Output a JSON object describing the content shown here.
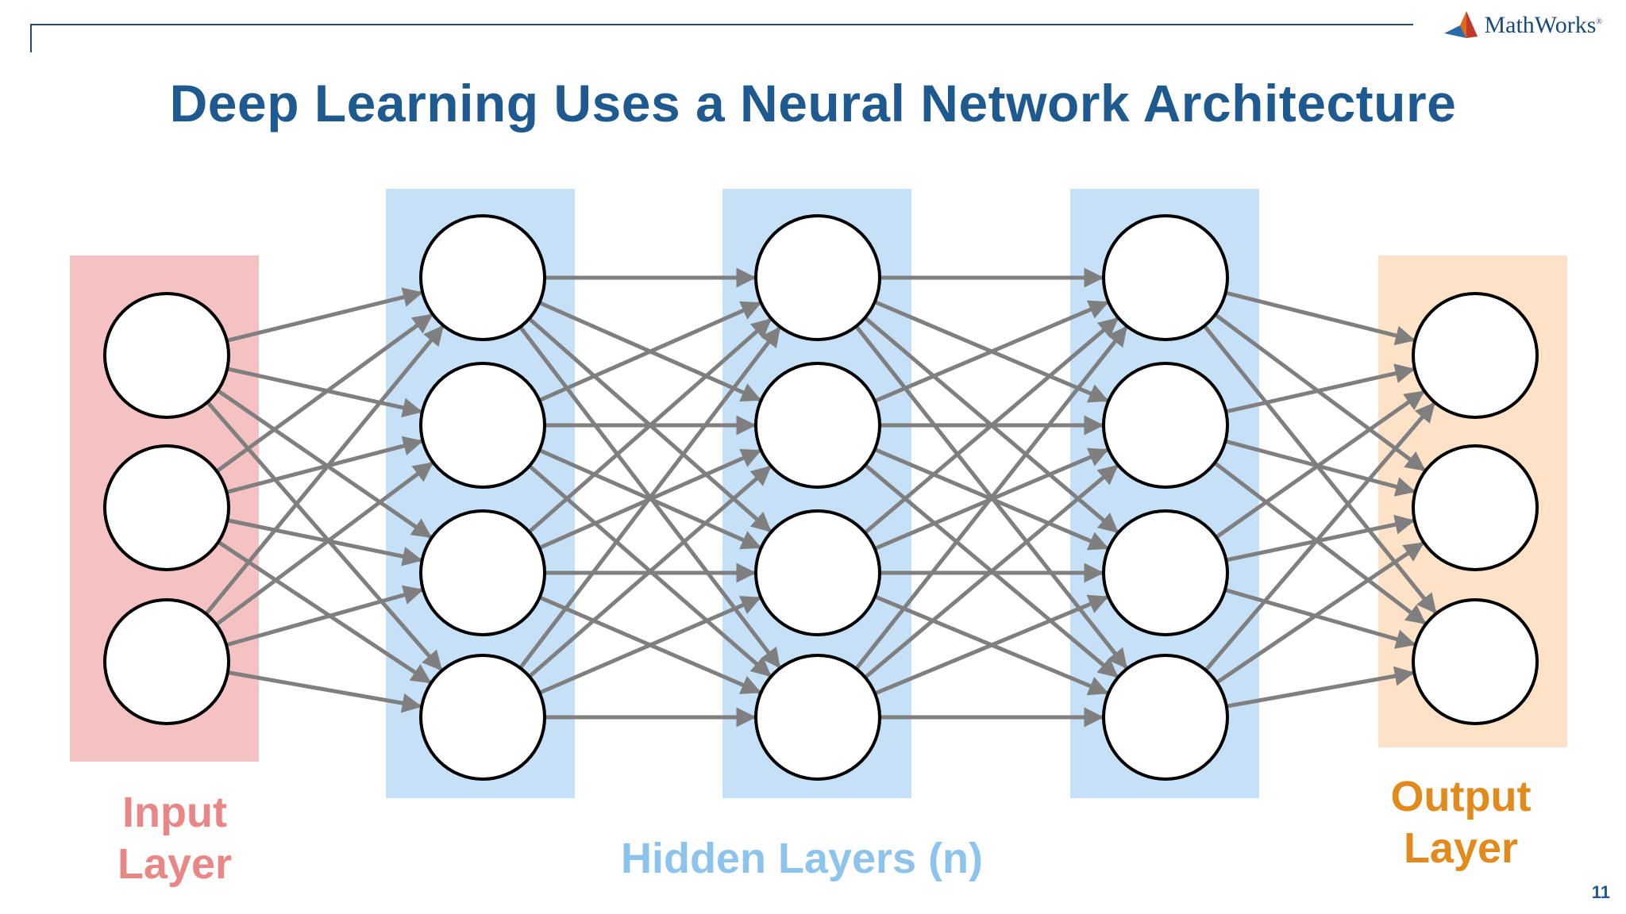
{
  "header": {
    "brand": "MathWorks",
    "brand_mark": "®",
    "title": "Deep Learning Uses a Neural Network Architecture"
  },
  "labels": {
    "input_line1": "Input",
    "input_line2": "Layer",
    "hidden": "Hidden Layers (n)",
    "output_line1": "Output",
    "output_line2": "Layer"
  },
  "page_number": "11",
  "network": {
    "layers": [
      {
        "role": "input",
        "nodes": 3
      },
      {
        "role": "hidden",
        "nodes": 4
      },
      {
        "role": "hidden",
        "nodes": 4
      },
      {
        "role": "hidden",
        "nodes": 4
      },
      {
        "role": "output",
        "nodes": 3
      }
    ],
    "connections": "fully-connected",
    "colors": {
      "input_band": "#f4c2c3",
      "hidden_band": "#c5e0f7",
      "output_band": "#fde2c7",
      "edge": "#7f7f7f",
      "node_fill": "#ffffff",
      "node_stroke": "#000000"
    }
  }
}
